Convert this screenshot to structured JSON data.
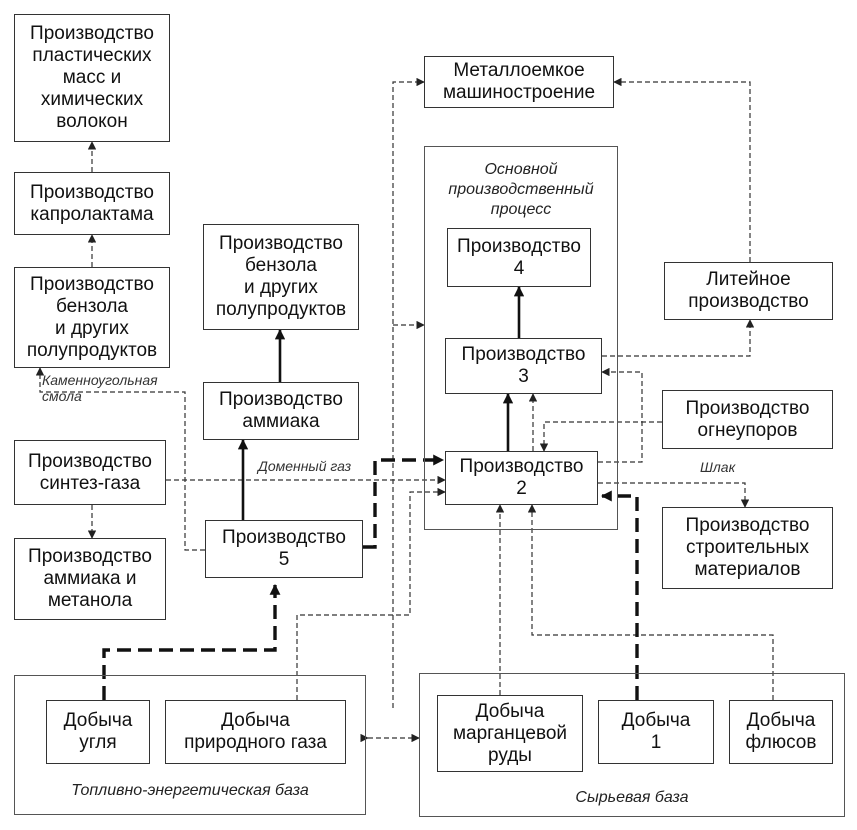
{
  "nodes": {
    "plastics": "Производство\nпластических\nмасс и\nхимических\nволокон",
    "caprolactam": "Производство\nкапролактама",
    "benzene_left": "Производство\nбензола\nи других\nполупродуктов",
    "benzene_mid": "Производство\nбензола\nи других\nполупродуктов",
    "ammonia_prod": "Производство\nаммиака",
    "synthesis_gas": "Производство\nсинтез-газа",
    "ammonia_methanol": "Производство\nаммиака и\nметанола",
    "prod5": "Производство\n5",
    "metal_machinery": "Металлоемкое\nмашиностроение",
    "prod4": "Производство\n4",
    "prod3": "Производство\n3",
    "prod2": "Производство\n2",
    "foundry": "Литейное\nпроизводство",
    "refractories": "Производство\nогнеупоров",
    "building_materials": "Производство\nстроительных\nматериалов",
    "coal_mining": "Добыча\nугля",
    "gas_mining": "Добыча\nприродного газа",
    "manganese_mining": "Добыча\nмарганцевой\nруды",
    "mining1": "Добыча\n1",
    "flux_mining": "Добыча\nфлюсов"
  },
  "groups": {
    "main_process": "Основной\nпроизводственный\nпроцесс",
    "fuel_energy_base": "Топливно-энергетическая база",
    "raw_material_base": "Сырьевая база"
  },
  "edge_labels": {
    "coal_tar": "Каменноугольная\nсмола",
    "blast_furnace_gas": "Доменный газ",
    "slag": "Шлак"
  }
}
